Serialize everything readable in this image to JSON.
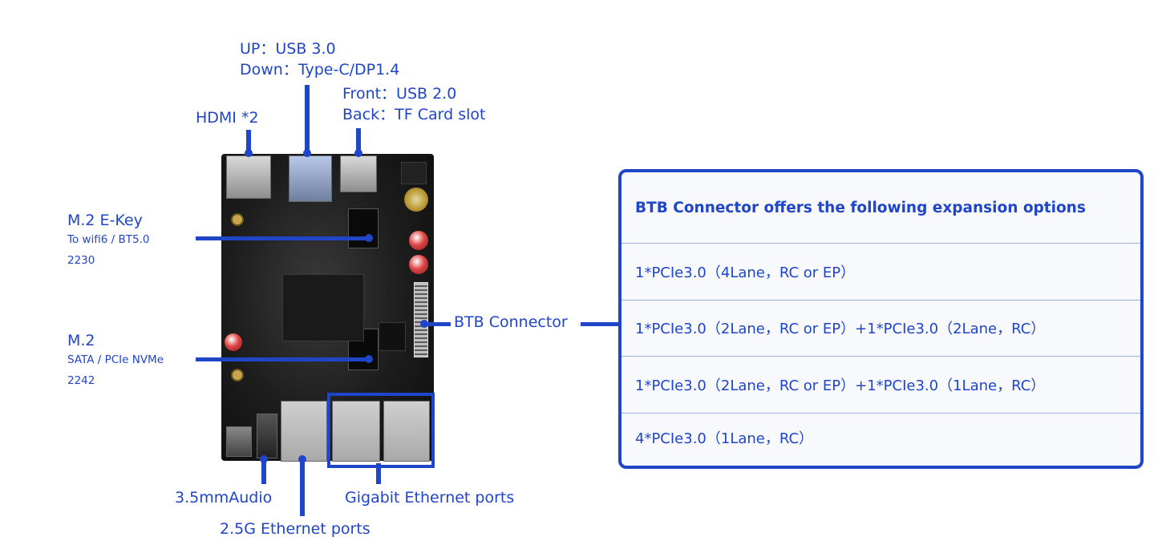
{
  "labels": {
    "usb_up": "UP：USB 3.0",
    "usb_down": "Down：Type-C/DP1.4",
    "front": "Front：USB 2.0",
    "back": "Back：TF Card slot",
    "hdmi": "HDMI *2",
    "m2e_title": "M.2 E-Key",
    "m2e_line1": "To wifi6 / BT5.0",
    "m2e_line2": "2230",
    "m2_title": "M.2",
    "m2_line1": "SATA / PCIe NVMe",
    "m2_line2": "2242",
    "btb": "BTB Connector",
    "audio": "3.5mmAudio",
    "eth25": "2.5G Ethernet ports",
    "gige": "Gigabit Ethernet ports"
  },
  "table": {
    "header": "BTB Connector offers the following expansion options",
    "options": [
      "1*PCIe3.0（4Lane，RC or EP）",
      "1*PCIe3.0（2Lane，RC or EP）+1*PCIe3.0（2Lane，RC）",
      "1*PCIe3.0（2Lane，RC or EP）+1*PCIe3.0（1Lane，RC）",
      "4*PCIe3.0（1Lane，RC）"
    ]
  },
  "colors": {
    "accent": "#1f45c8",
    "board": "#1c1c1c"
  }
}
